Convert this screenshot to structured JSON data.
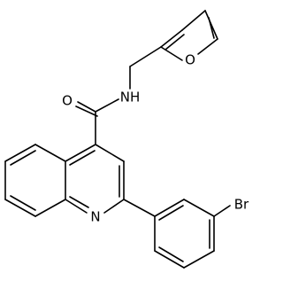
{
  "structure": {
    "atoms": {
      "oxygen_carbonyl": "O",
      "nitrogen_amide": "NH",
      "oxygen_furan": "O",
      "nitrogen_quinoline": "N",
      "bromine": "Br"
    },
    "bond_color": "#000000",
    "background": "#ffffff"
  }
}
